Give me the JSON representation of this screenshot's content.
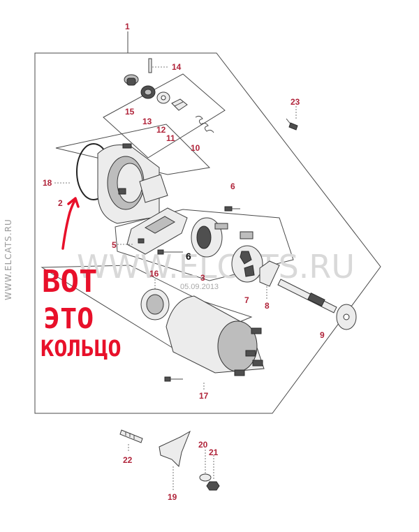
{
  "callouts": {
    "c1": "1",
    "c2": "2",
    "c3": "3",
    "c5": "5",
    "c6a": "6",
    "c6b": "6",
    "c7": "7",
    "c8": "8",
    "c9": "9",
    "c10": "10",
    "c11": "11",
    "c12": "12",
    "c13": "13",
    "c14": "14",
    "c15": "15",
    "c16": "16",
    "c17": "17",
    "c18": "18",
    "c19": "19",
    "c20": "20",
    "c21": "21",
    "c22": "22",
    "c23": "23"
  },
  "watermark": "WWW.ELCATS.RU",
  "side_watermark": "WWW.ELCATS.RU",
  "date_stamp": "05.09.2013",
  "handwriting": {
    "line1": "ВОТ",
    "line2": "ЭТО",
    "line3": "КОЛЬЦО"
  },
  "colors": {
    "callout": "#b0243a",
    "handwriting": "#e8102a"
  }
}
